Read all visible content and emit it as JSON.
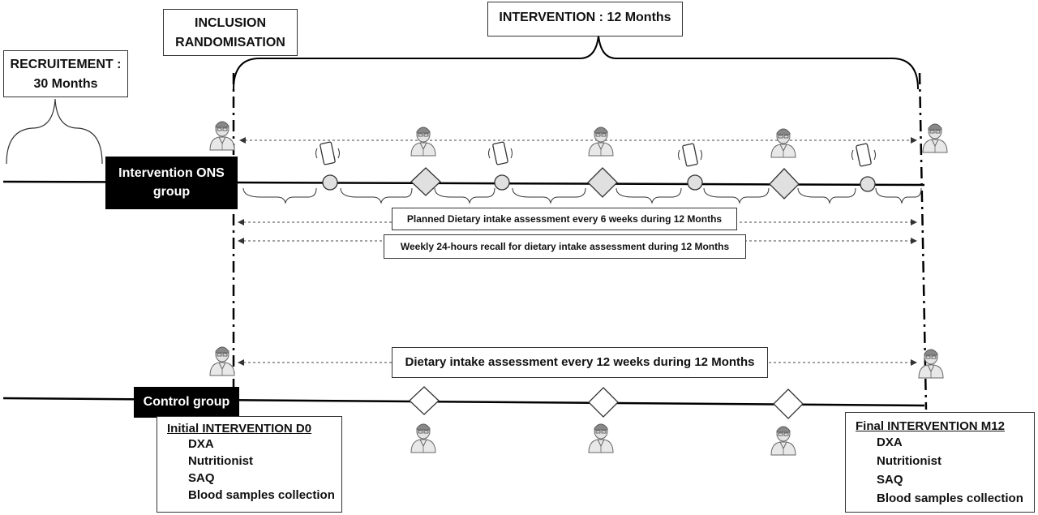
{
  "boxes": {
    "recruitment_line1": "RECRUITEMENT :",
    "recruitment_line2": "30 Months",
    "inclusion_line1": "INCLUSION",
    "inclusion_line2": "RANDOMISATION",
    "intervention_period": "INTERVENTION : 12 Months"
  },
  "groups": {
    "ons_line1": "Intervention ONS",
    "ons_line2": "group",
    "control": "Control group"
  },
  "arrows": {
    "planned_dietary": "Planned Dietary intake assessment every 6 weeks during 12 Months",
    "weekly_recall": "Weekly 24-hours recall for dietary intake assessment during 12 Months",
    "control_dietary": "Dietary intake assessment every 12 weeks during 12 Months"
  },
  "initial": {
    "title": "Initial INTERVENTION D0",
    "items": [
      "DXA",
      "Nutritionist",
      "SAQ",
      "Blood samples collection"
    ]
  },
  "final": {
    "title": "Final INTERVENTION M12",
    "items": [
      "DXA",
      "Nutritionist",
      "SAQ",
      "Blood samples collection"
    ]
  },
  "icons": {
    "person": "person-doctor-icon",
    "phone": "phone-vibrating-icon",
    "diamond": "diamond-visit-marker",
    "circle": "circle-call-marker"
  },
  "colors": {
    "line": "#000000",
    "icon_fill": "#d9d9d9",
    "icon_stroke": "#555555",
    "marker_fill": "#e0e0e0"
  }
}
